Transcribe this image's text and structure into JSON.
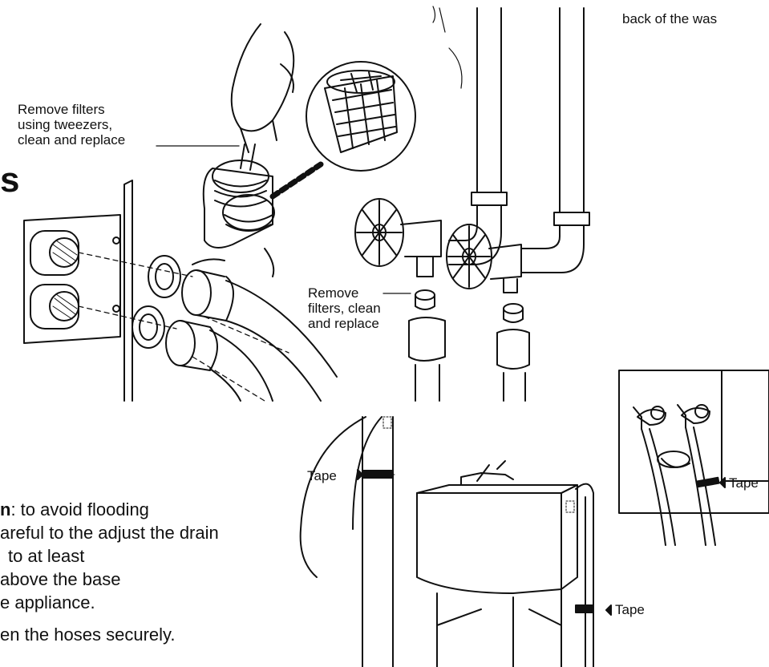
{
  "header": {
    "top_right_fragment": "back of the was"
  },
  "section": {
    "cut_heading_letter": "s"
  },
  "callouts": {
    "tweezers": "Remove  filters\nusing tweezers,\nclean and replace",
    "valve_filters": "Remove\nfilters, clean\nand replace",
    "tape_left": "Tape",
    "tape_sink": "Tape",
    "tape_wall": "Tape"
  },
  "caution": {
    "line1_bold": "n",
    "line1_rest": ": to avoid flooding",
    "line2": "areful to the adjust the drain",
    "line3": "to at least",
    "line4": "above the base",
    "line5": "e appliance.",
    "line6": "en the hoses securely."
  },
  "colors": {
    "ink": "#111111",
    "paper": "#ffffff"
  }
}
